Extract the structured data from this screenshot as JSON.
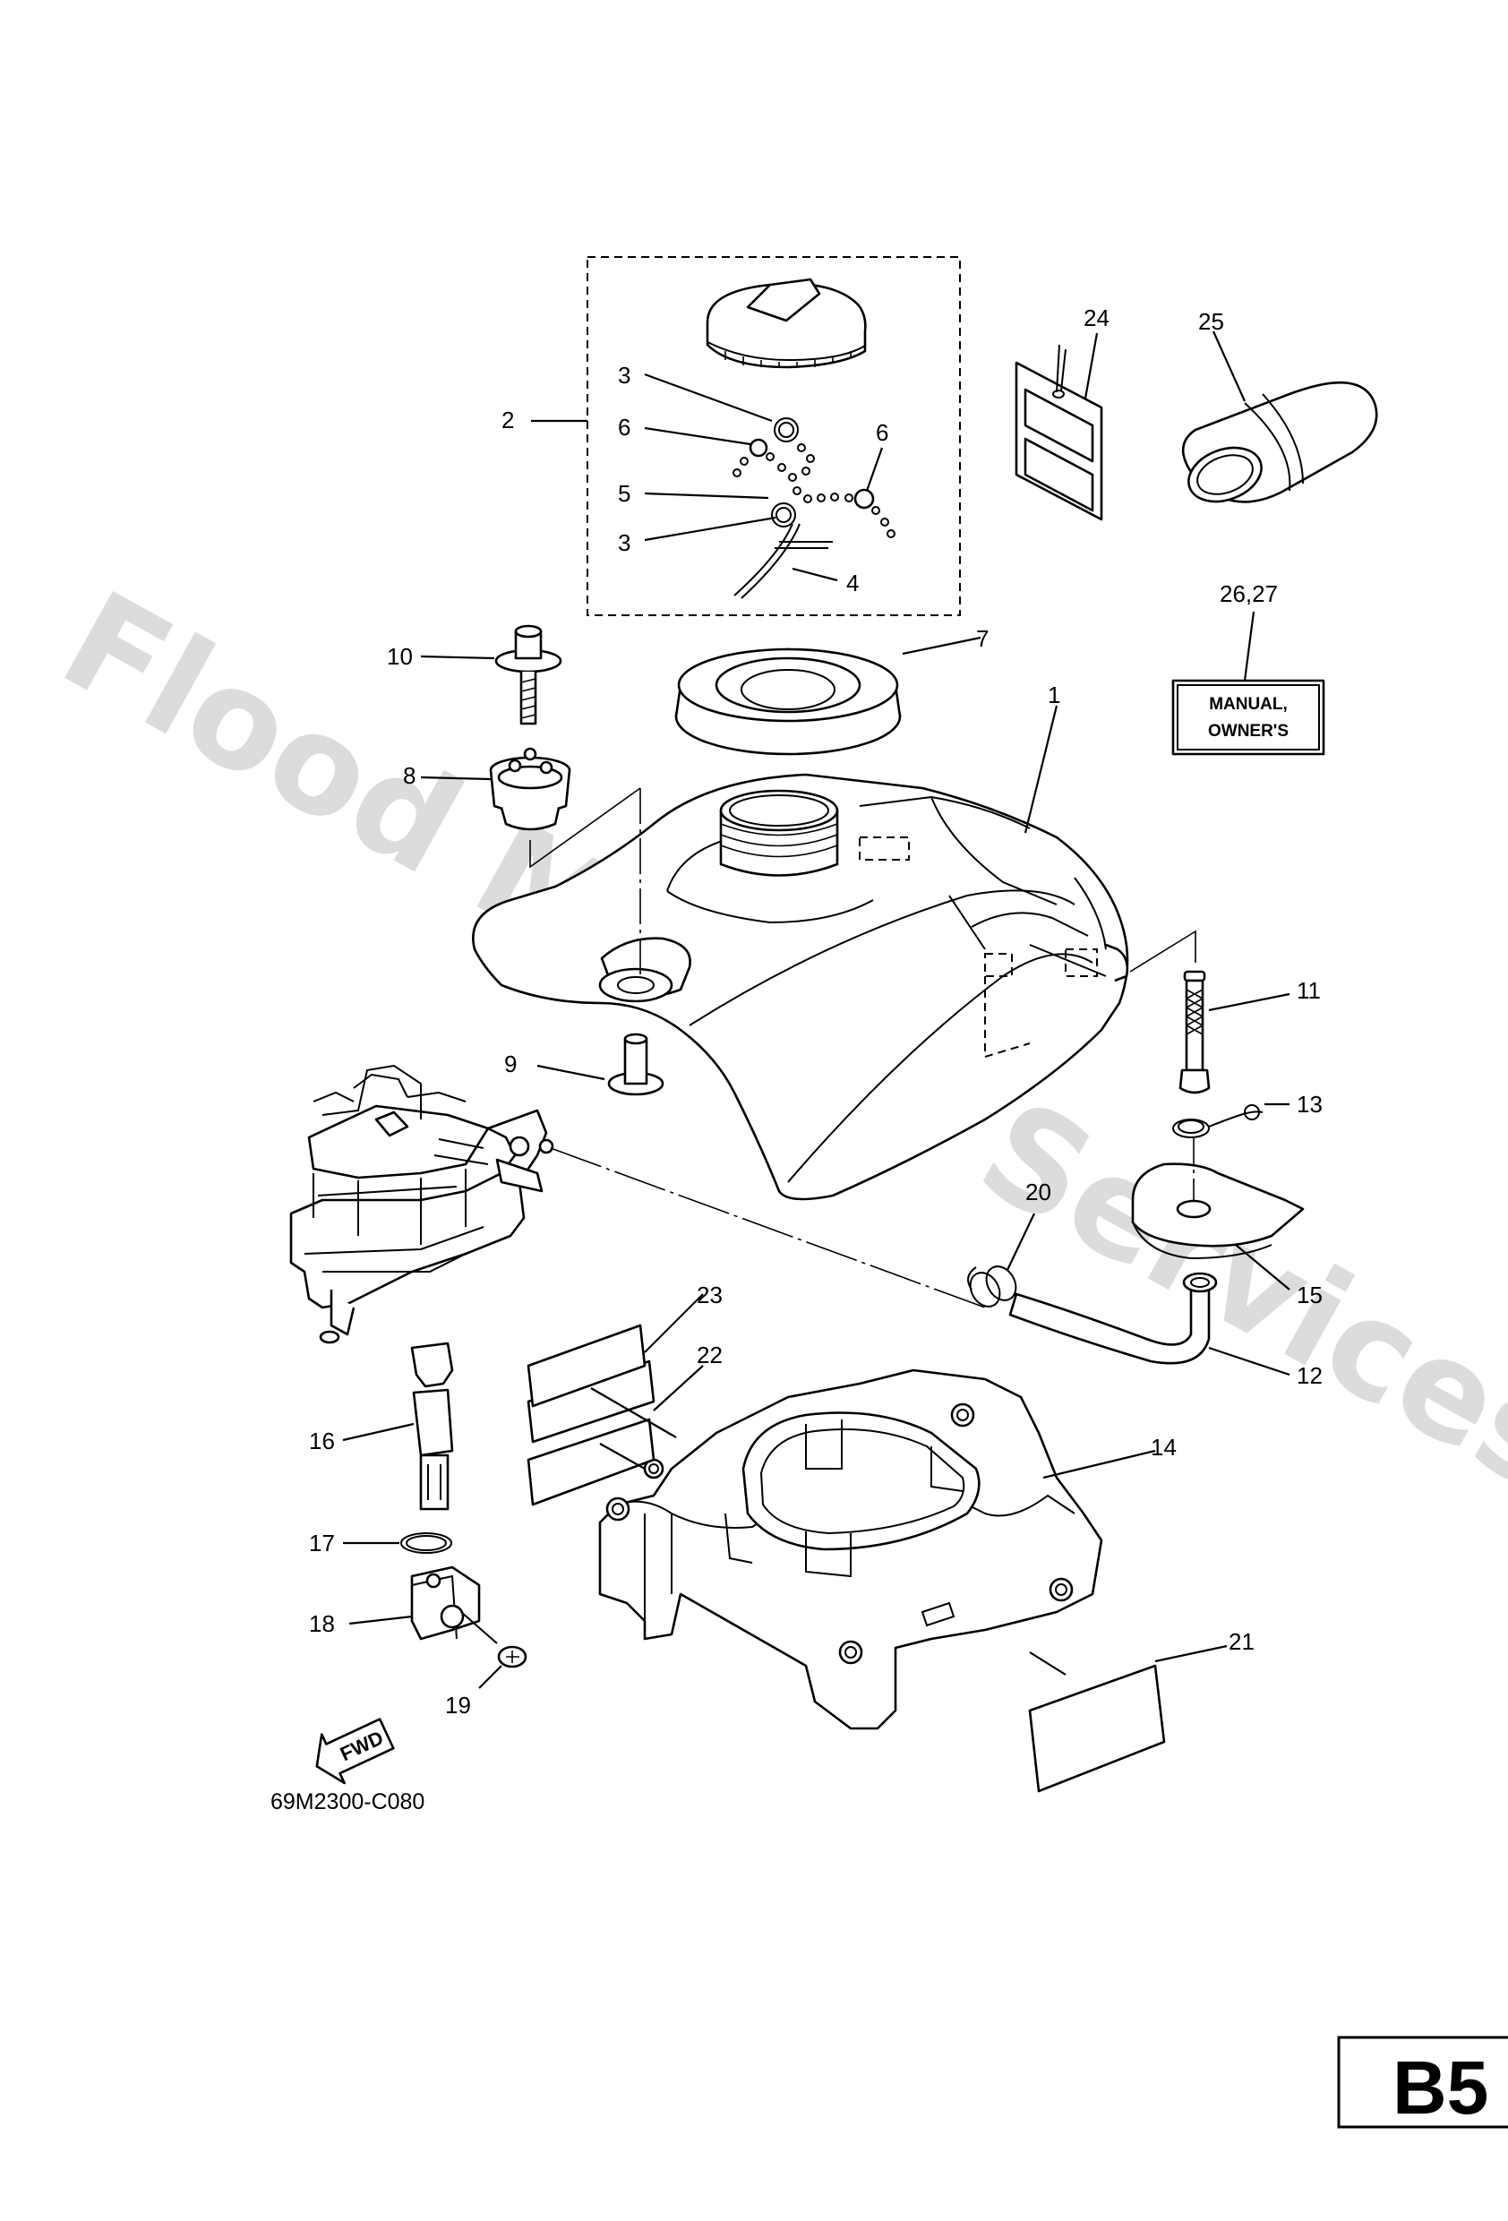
{
  "watermark": "Flood Marine Services",
  "drawing_code": "69M2300-C080",
  "page_code": "B5",
  "fwd_label": "FWD",
  "manual_label": {
    "line1": "MANUAL,",
    "line2": "OWNER'S"
  },
  "callouts": [
    {
      "id": "c1",
      "text": "1"
    },
    {
      "id": "c2",
      "text": "2"
    },
    {
      "id": "c3a",
      "text": "3"
    },
    {
      "id": "c3b",
      "text": "3"
    },
    {
      "id": "c4",
      "text": "4"
    },
    {
      "id": "c5",
      "text": "5"
    },
    {
      "id": "c6a",
      "text": "6"
    },
    {
      "id": "c6b",
      "text": "6"
    },
    {
      "id": "c7",
      "text": "7"
    },
    {
      "id": "c8",
      "text": "8"
    },
    {
      "id": "c9",
      "text": "9"
    },
    {
      "id": "c10",
      "text": "10"
    },
    {
      "id": "c11",
      "text": "11"
    },
    {
      "id": "c12",
      "text": "12"
    },
    {
      "id": "c13",
      "text": "13"
    },
    {
      "id": "c14",
      "text": "14"
    },
    {
      "id": "c15",
      "text": "15"
    },
    {
      "id": "c16",
      "text": "16"
    },
    {
      "id": "c17",
      "text": "17"
    },
    {
      "id": "c18",
      "text": "18"
    },
    {
      "id": "c19",
      "text": "19"
    },
    {
      "id": "c20",
      "text": "20"
    },
    {
      "id": "c21",
      "text": "21"
    },
    {
      "id": "c22",
      "text": "22"
    },
    {
      "id": "c23",
      "text": "23"
    },
    {
      "id": "c24",
      "text": "24"
    },
    {
      "id": "c25",
      "text": "25"
    },
    {
      "id": "c2627",
      "text": "26,27"
    }
  ]
}
